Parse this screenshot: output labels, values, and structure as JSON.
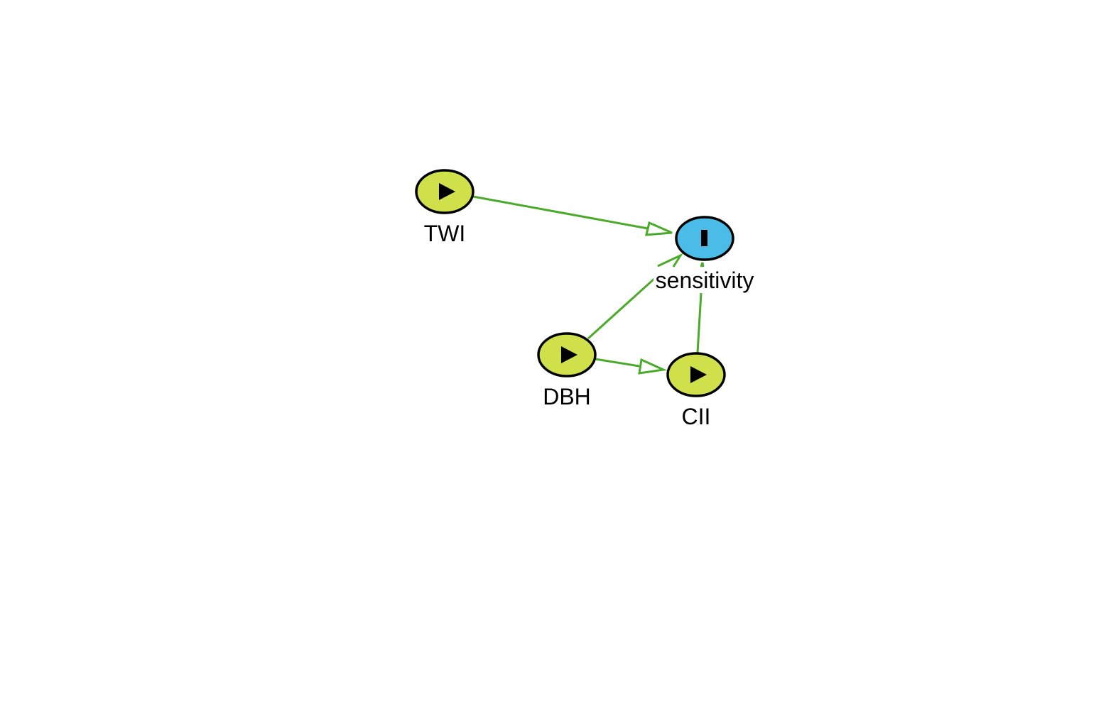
{
  "diagram": {
    "edge_color": "#4aaa2a",
    "nodes": [
      {
        "id": "twi",
        "label": "TWI",
        "type": "exposure",
        "fill": "#cfe04a",
        "icon": "play-icon"
      },
      {
        "id": "sensitivity",
        "label": "sensitivity",
        "type": "outcome",
        "fill": "#4bbce8",
        "icon": "bar-icon"
      },
      {
        "id": "dbh",
        "label": "DBH",
        "type": "exposure",
        "fill": "#cfe04a",
        "icon": "play-icon"
      },
      {
        "id": "cii",
        "label": "CII",
        "type": "exposure",
        "fill": "#cfe04a",
        "icon": "play-icon"
      }
    ],
    "edges": [
      {
        "from": "twi",
        "to": "sensitivity"
      },
      {
        "from": "dbh",
        "to": "sensitivity"
      },
      {
        "from": "dbh",
        "to": "cii"
      },
      {
        "from": "cii",
        "to": "sensitivity"
      }
    ]
  }
}
